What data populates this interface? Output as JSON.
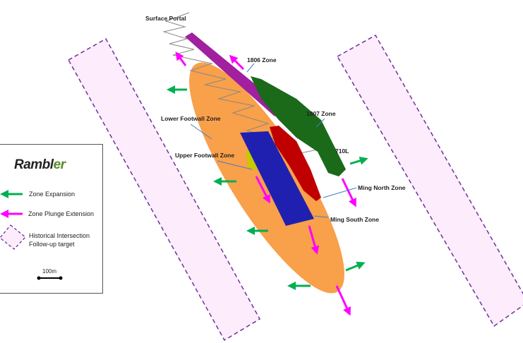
{
  "labels": {
    "surface_portal": "Surface Portal",
    "zone_1806": "1806 Zone",
    "zone_1807": "1807 Zone",
    "lower_footwall": "Lower Footwall Zone",
    "upper_footwall": "Upper Footwall Zone",
    "level_710": "710L",
    "ming_north": "Ming North Zone",
    "ming_south": "Ming South Zone"
  },
  "legend": {
    "logo_text": "Rambler",
    "zone_expansion": "Zone Expansion",
    "zone_plunge": "Zone Plunge Extension",
    "historical_line1": "Historical Intersection",
    "historical_line2": "Follow-up target",
    "scale": "100m"
  },
  "colors": {
    "expansion": "#00b050",
    "plunge": "#ff00ff",
    "target_border": "#7030a0",
    "target_fill": "#fcecfc",
    "lower_footwall": "#f9a04a",
    "zone_1806": "#a020a0",
    "zone_1807": "#1a6a1a",
    "ming_north": "#c00000",
    "ming_south": "#2020b0",
    "upper_footwall": "#c8c800"
  }
}
